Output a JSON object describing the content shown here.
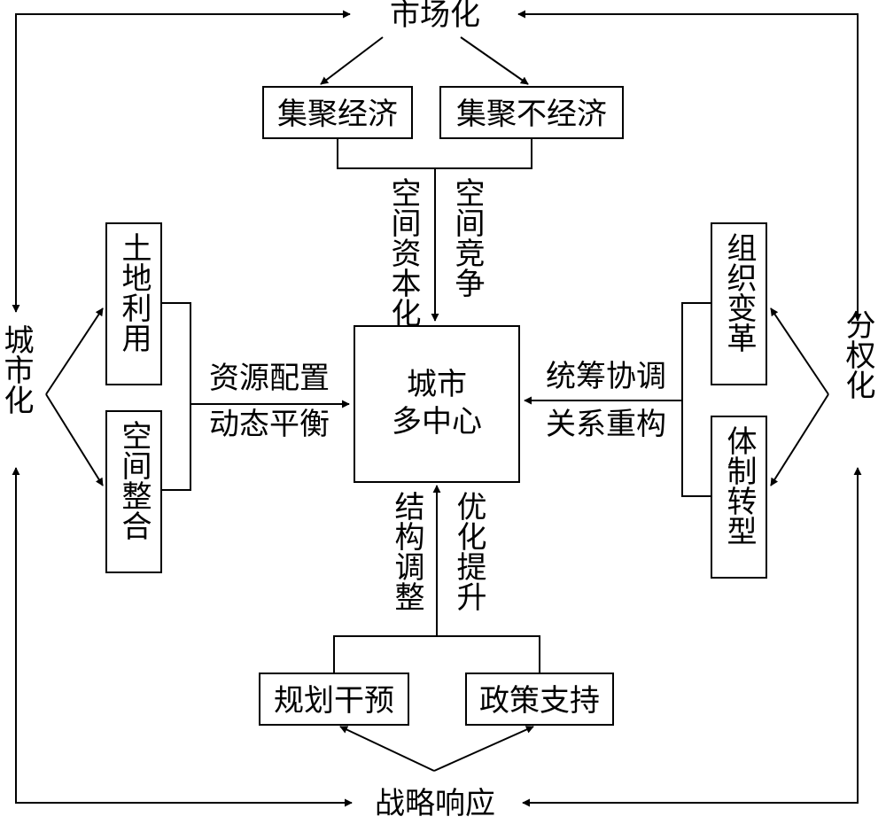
{
  "diagram": {
    "outer": {
      "top": "市场化",
      "bottom": "战略响应",
      "left": "城市化",
      "right": "分权化"
    },
    "center": {
      "line1": "城市",
      "line2": "多中心"
    },
    "top_boxes": {
      "left": "集聚经济",
      "right": "集聚不经济"
    },
    "bottom_boxes": {
      "left": "规划干预",
      "right": "政策支持"
    },
    "left_boxes": {
      "upper": "土地利用",
      "lower": "空间整合"
    },
    "right_boxes": {
      "upper": "组织变革",
      "lower": "体制转型"
    },
    "arrow_labels": {
      "top_left": "空间资本化",
      "top_right": "空间竞争",
      "bottom_left": "结构调整",
      "bottom_right": "优化提升",
      "left_upper": "资源配置",
      "left_lower": "动态平衡",
      "right_upper": "统筹协调",
      "right_lower": "关系重构"
    }
  }
}
